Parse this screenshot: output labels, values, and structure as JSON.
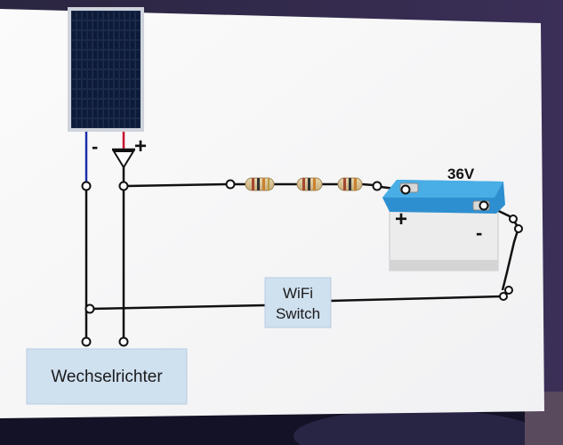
{
  "diagram": {
    "battery": {
      "voltage_label": "36V",
      "plus_label": "+",
      "minus_label": "-"
    },
    "solar_panel": {
      "minus_label": "-",
      "plus_label": "+"
    },
    "wifi_switch": {
      "line1": "WiFi",
      "line2": "Switch"
    },
    "inverter": {
      "label": "Wechselrichter"
    }
  },
  "colors": {
    "background_screen": "#f8f8f8",
    "box_fill": "#cfe0ef",
    "wire": "#111111",
    "wire_negative": "#1a2ea8",
    "wire_positive": "#c8102e",
    "battery_lid": "#3a9fd8",
    "battery_body": "#eeeeee"
  }
}
